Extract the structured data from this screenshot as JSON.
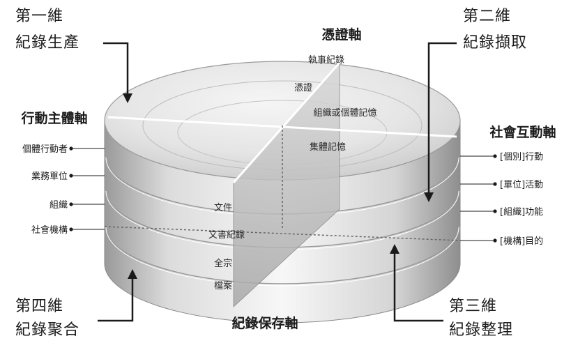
{
  "dimensions": {
    "d1": {
      "line1": "第一維",
      "line2": "紀錄生產"
    },
    "d2": {
      "line1": "第二維",
      "line2": "紀錄擷取"
    },
    "d3": {
      "line1": "第三維",
      "line2": "紀錄整理"
    },
    "d4": {
      "line1": "第四維",
      "line2": "紀錄聚合"
    }
  },
  "axes": {
    "evidential": "憑證軸",
    "actor": "行動主體軸",
    "transactional": "社會互動軸",
    "recordkeeping": "紀錄保存軸"
  },
  "evidential_labels": [
    "執事紀錄",
    "憑證",
    "組織或個體記憶",
    "集體記憶"
  ],
  "actor_labels": [
    "個體行動者",
    "業務單位",
    "組織",
    "社會機構"
  ],
  "transactional_labels": [
    "[個別]行動",
    "[單位]活動",
    "[組織]功能",
    "[機構]目的"
  ],
  "recordkeeping_labels": [
    "文件",
    "文書紀錄",
    "全宗",
    "檔案"
  ]
}
